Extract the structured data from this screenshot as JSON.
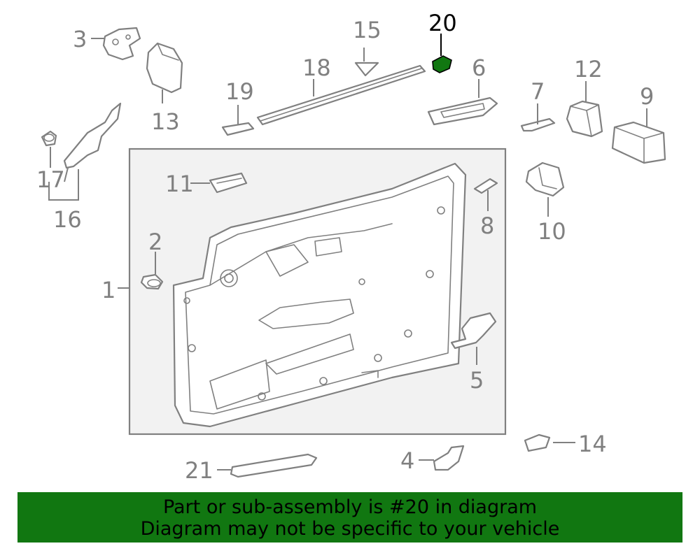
{
  "callouts": {
    "c1": "1",
    "c2": "2",
    "c3": "3",
    "c4": "4",
    "c5": "5",
    "c6": "6",
    "c7": "7",
    "c8": "8",
    "c9": "9",
    "c10": "10",
    "c11": "11",
    "c12": "12",
    "c13": "13",
    "c14": "14",
    "c15": "15",
    "c16": "16",
    "c17": "17",
    "c18": "18",
    "c19": "19",
    "c20": "20",
    "c21": "21"
  },
  "highlight": {
    "part": "20",
    "color": "#117711"
  },
  "banner": {
    "line1": "Part or sub-assembly is #20 in diagram",
    "line2": "Diagram may not be specific to your vehicle",
    "background": "#117711"
  }
}
